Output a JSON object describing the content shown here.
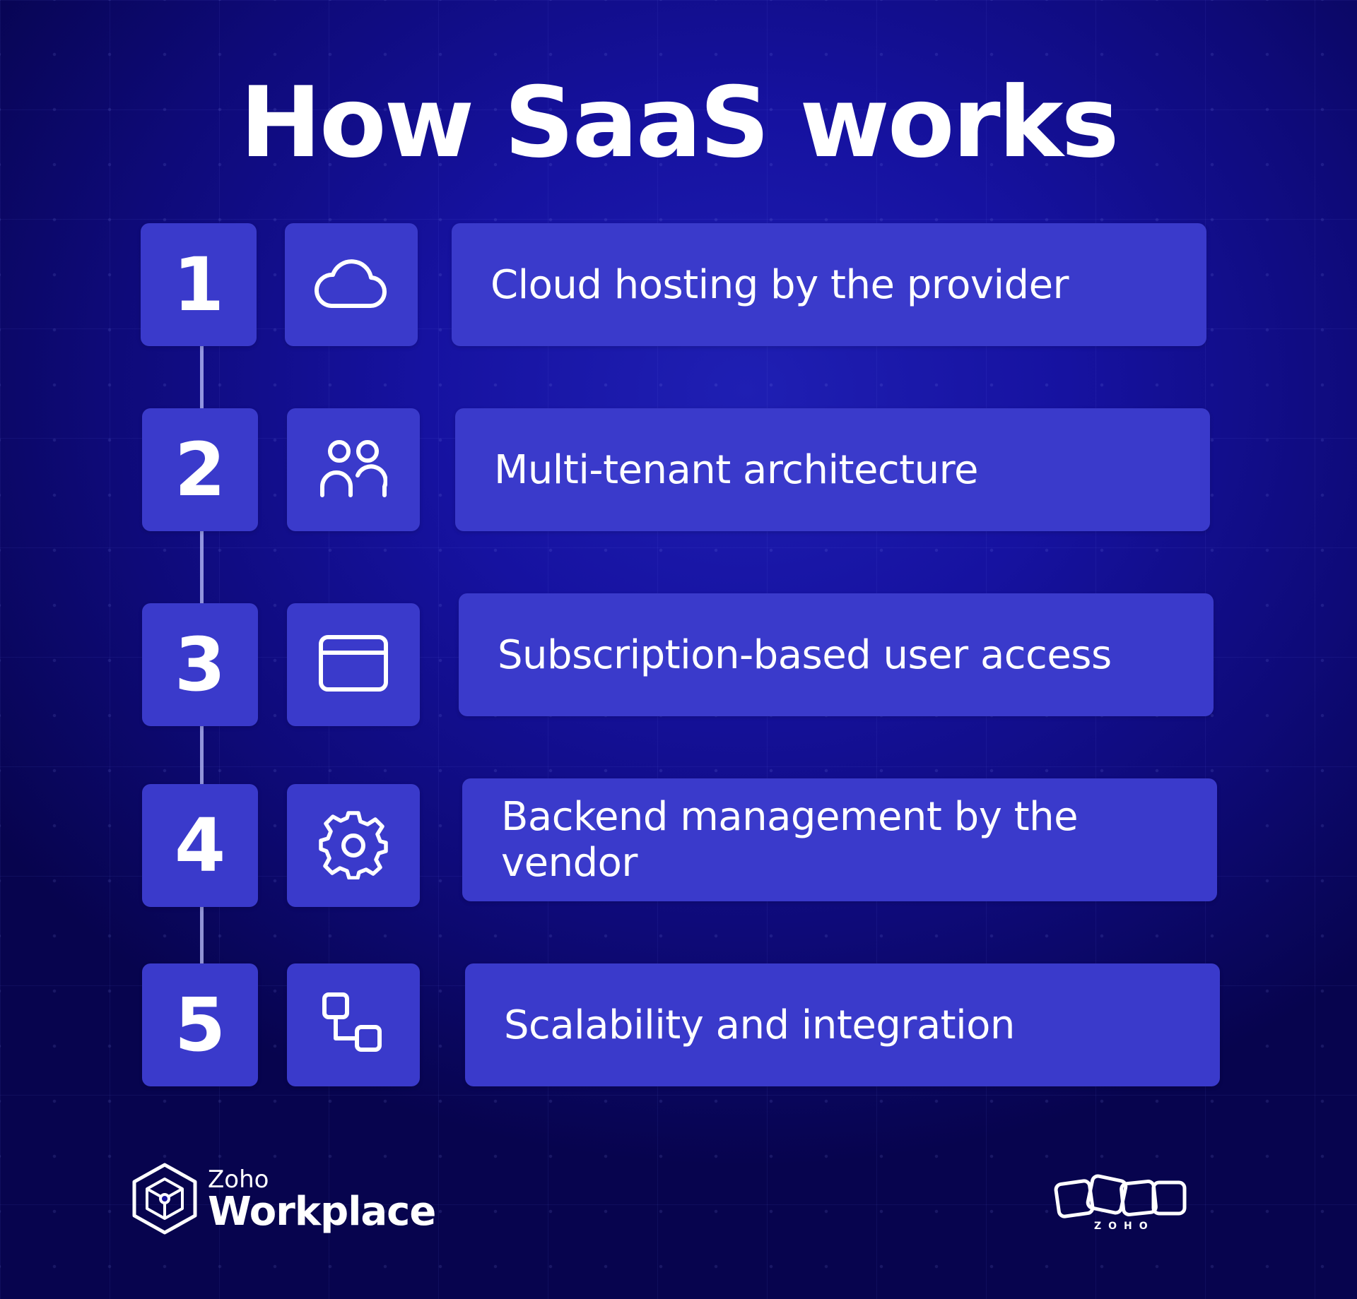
{
  "title": "How SaaS works",
  "steps": [
    {
      "number": "1",
      "icon": "cloud-icon",
      "label": "Cloud hosting by the provider"
    },
    {
      "number": "2",
      "icon": "users-icon",
      "label": "Multi-tenant architecture"
    },
    {
      "number": "3",
      "icon": "credit-card-icon",
      "label": "Subscription-based user access"
    },
    {
      "number": "4",
      "icon": "gear-icon",
      "label": "Backend management by the vendor"
    },
    {
      "number": "5",
      "icon": "integration-icon",
      "label": "Scalability and integration"
    }
  ],
  "footer": {
    "brand_small": "Zoho",
    "brand_big": "Workplace",
    "zoho_mark": "ZOHO"
  },
  "colors": {
    "background": "#1612a0",
    "box": "#3a3acb",
    "text": "#ffffff"
  }
}
